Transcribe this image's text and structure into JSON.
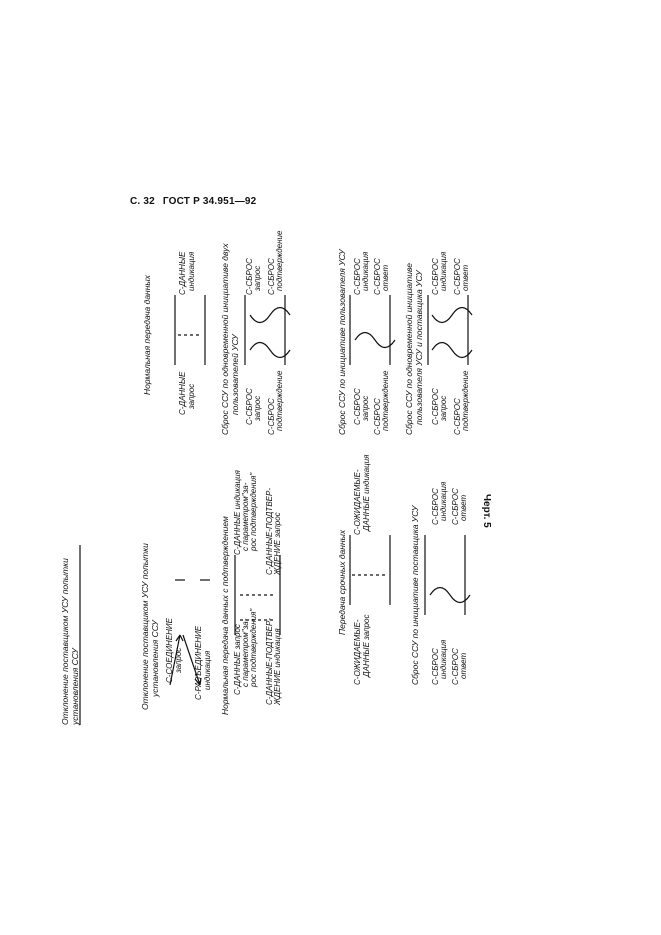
{
  "header": {
    "page": "С. 32",
    "standard": "ГОСТ Р 34.951—92"
  },
  "figure_label": "Черт. 5",
  "panels": {
    "p1": {
      "caption": [
        "Отклонение поставщиком УСУ попытки",
        "установления ССУ"
      ],
      "left": [
        "С-СОЕДИНЕНИЕ",
        "запрос"
      ],
      "left2": [
        "С-РАЗЪЕДИНЕНИЕ",
        "индикация"
      ]
    },
    "p2": {
      "caption": "Нормальная передача данных",
      "left": [
        "С-ДАННЫЕ",
        "запрос"
      ],
      "right": [
        "С-ДАННЫЕ",
        "индикация"
      ]
    },
    "p3": {
      "caption": "Нормальная передача данных с подтверждением",
      "left": [
        "С-ДАННЫЕ запрос",
        "с параметром\"за-",
        "рос подтверждения\""
      ],
      "left2": [
        "С-ДАННЫЕ-ПОДТВЕР-",
        "ЖДЕНИЕ индикация"
      ],
      "right": [
        "С-ДАННЫЕ индикация",
        "с параметром\"за-",
        "рос подтверждения\""
      ],
      "right2": [
        "С-ДАННЫЕ-ПОДТВЕР-",
        "ЖДЕНИЕ запрос"
      ]
    },
    "p4": {
      "caption": [
        "Сброс ССУ по одновременной инициативе двух",
        "пользователей УСУ"
      ],
      "left": [
        "С-СБРОС",
        "запрос"
      ],
      "left2": [
        "С-СБРОС",
        "подтверждение"
      ],
      "right": [
        "С-СБРОС",
        "запрос"
      ],
      "right2": [
        "С-СБРОС",
        "подтверждение"
      ]
    },
    "p5": {
      "caption": "Передача срочных данных",
      "left": [
        "С-ОЖИДАЕМЫЕ-",
        "ДАННЫЕ запрос"
      ],
      "right": [
        "С-ОЖИДАЕМЫЕ-",
        "ДАННЫЕ индикация"
      ]
    },
    "p6": {
      "caption": "Сброс ССУ по инициативе пользователя УСУ",
      "left": [
        "С-СБРОС",
        "запрос"
      ],
      "left2": [
        "С-СБРОС",
        "подтверждение"
      ],
      "right": [
        "С-СБРОС",
        "индикация"
      ],
      "right2": [
        "С-СБРОС",
        "ответ"
      ]
    },
    "p7": {
      "caption": "Сброс ССУ по инициативе поставщика УСУ",
      "left": [
        "С-СБРОС",
        "индикация"
      ],
      "left2": [
        "С-СБРОС",
        "ответ"
      ],
      "right": [
        "С-СБРОС",
        "индикация"
      ],
      "right2": [
        "С-СБРОС",
        "ответ"
      ]
    },
    "p8": {
      "caption": [
        "Сброс ССУ по одновременной инициативе",
        "пользователя УСУ и поставщика УСУ"
      ],
      "left": [
        "С-СБРОС",
        "запрос"
      ],
      "left2": [
        "С-СБРОС",
        "подтверждение"
      ],
      "right": [
        "С-СБРОС",
        "индикация"
      ],
      "right2": [
        "С-СБРОС",
        "ответ"
      ]
    }
  }
}
